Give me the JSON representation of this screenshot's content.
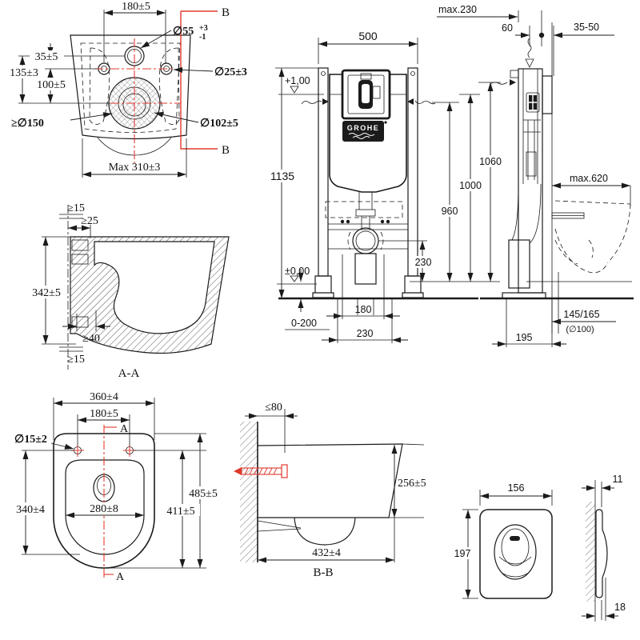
{
  "title": "Wall-hung WC and installation frame dimensional drawing",
  "brand": {
    "logo": "GROHE"
  },
  "colors": {
    "accent_red": "#e0392e",
    "ink": "#1b1b1b",
    "paper": "#ffffff"
  },
  "views": {
    "template_plan": {
      "hole_pitch": "180±5",
      "inlet": "∅55",
      "inlet_tol_up": "+3",
      "inlet_tol_down": "-1",
      "inlet_offset": "35±5",
      "inlet_to_drain": "135±3",
      "holes_to_drain": "100±5",
      "fixing_holes": "∅25±3",
      "clearance": "≥∅150",
      "drain": "∅102±5",
      "max_width": "Max 310±3",
      "section": "B"
    },
    "section_aa": {
      "top_min": "≥15",
      "flange_min": "≥25",
      "height": "342±5",
      "bottom_offset_min": "≥40",
      "bottom_min": "≥15",
      "label": "A-A"
    },
    "frame_front": {
      "width": "500",
      "height": "1135",
      "level_top": "+1,00",
      "level_floor": "±0,00",
      "h_960": "960",
      "h_1000": "1000",
      "h_1060": "1060",
      "drain_center": "230",
      "floor_range": "0-200",
      "outlet_pitch": "180",
      "fixing_pitch": "230"
    },
    "frame_side": {
      "depth_max": "max.230",
      "front_offset": "60",
      "wall_range": "35-50",
      "bowl_depth_max": "max.620",
      "outlet_height": "145/165",
      "outlet_dia": "(∅100)",
      "frame_depth": "195"
    },
    "bowl_plan": {
      "width": "360±4",
      "hole_pitch": "180±5",
      "hole_dia": "∅15±2",
      "inner_depth": "340±4",
      "inner_width": "280±8",
      "depth": "485±5",
      "holes_to_front": "411±5",
      "section": "A"
    },
    "section_bb": {
      "wall_offset_max": "≤80",
      "height": "256±5",
      "depth": "432±4",
      "label": "B-B"
    },
    "flush_plate": {
      "width": "156",
      "height": "197",
      "thickness": "11",
      "depth": "18"
    }
  }
}
